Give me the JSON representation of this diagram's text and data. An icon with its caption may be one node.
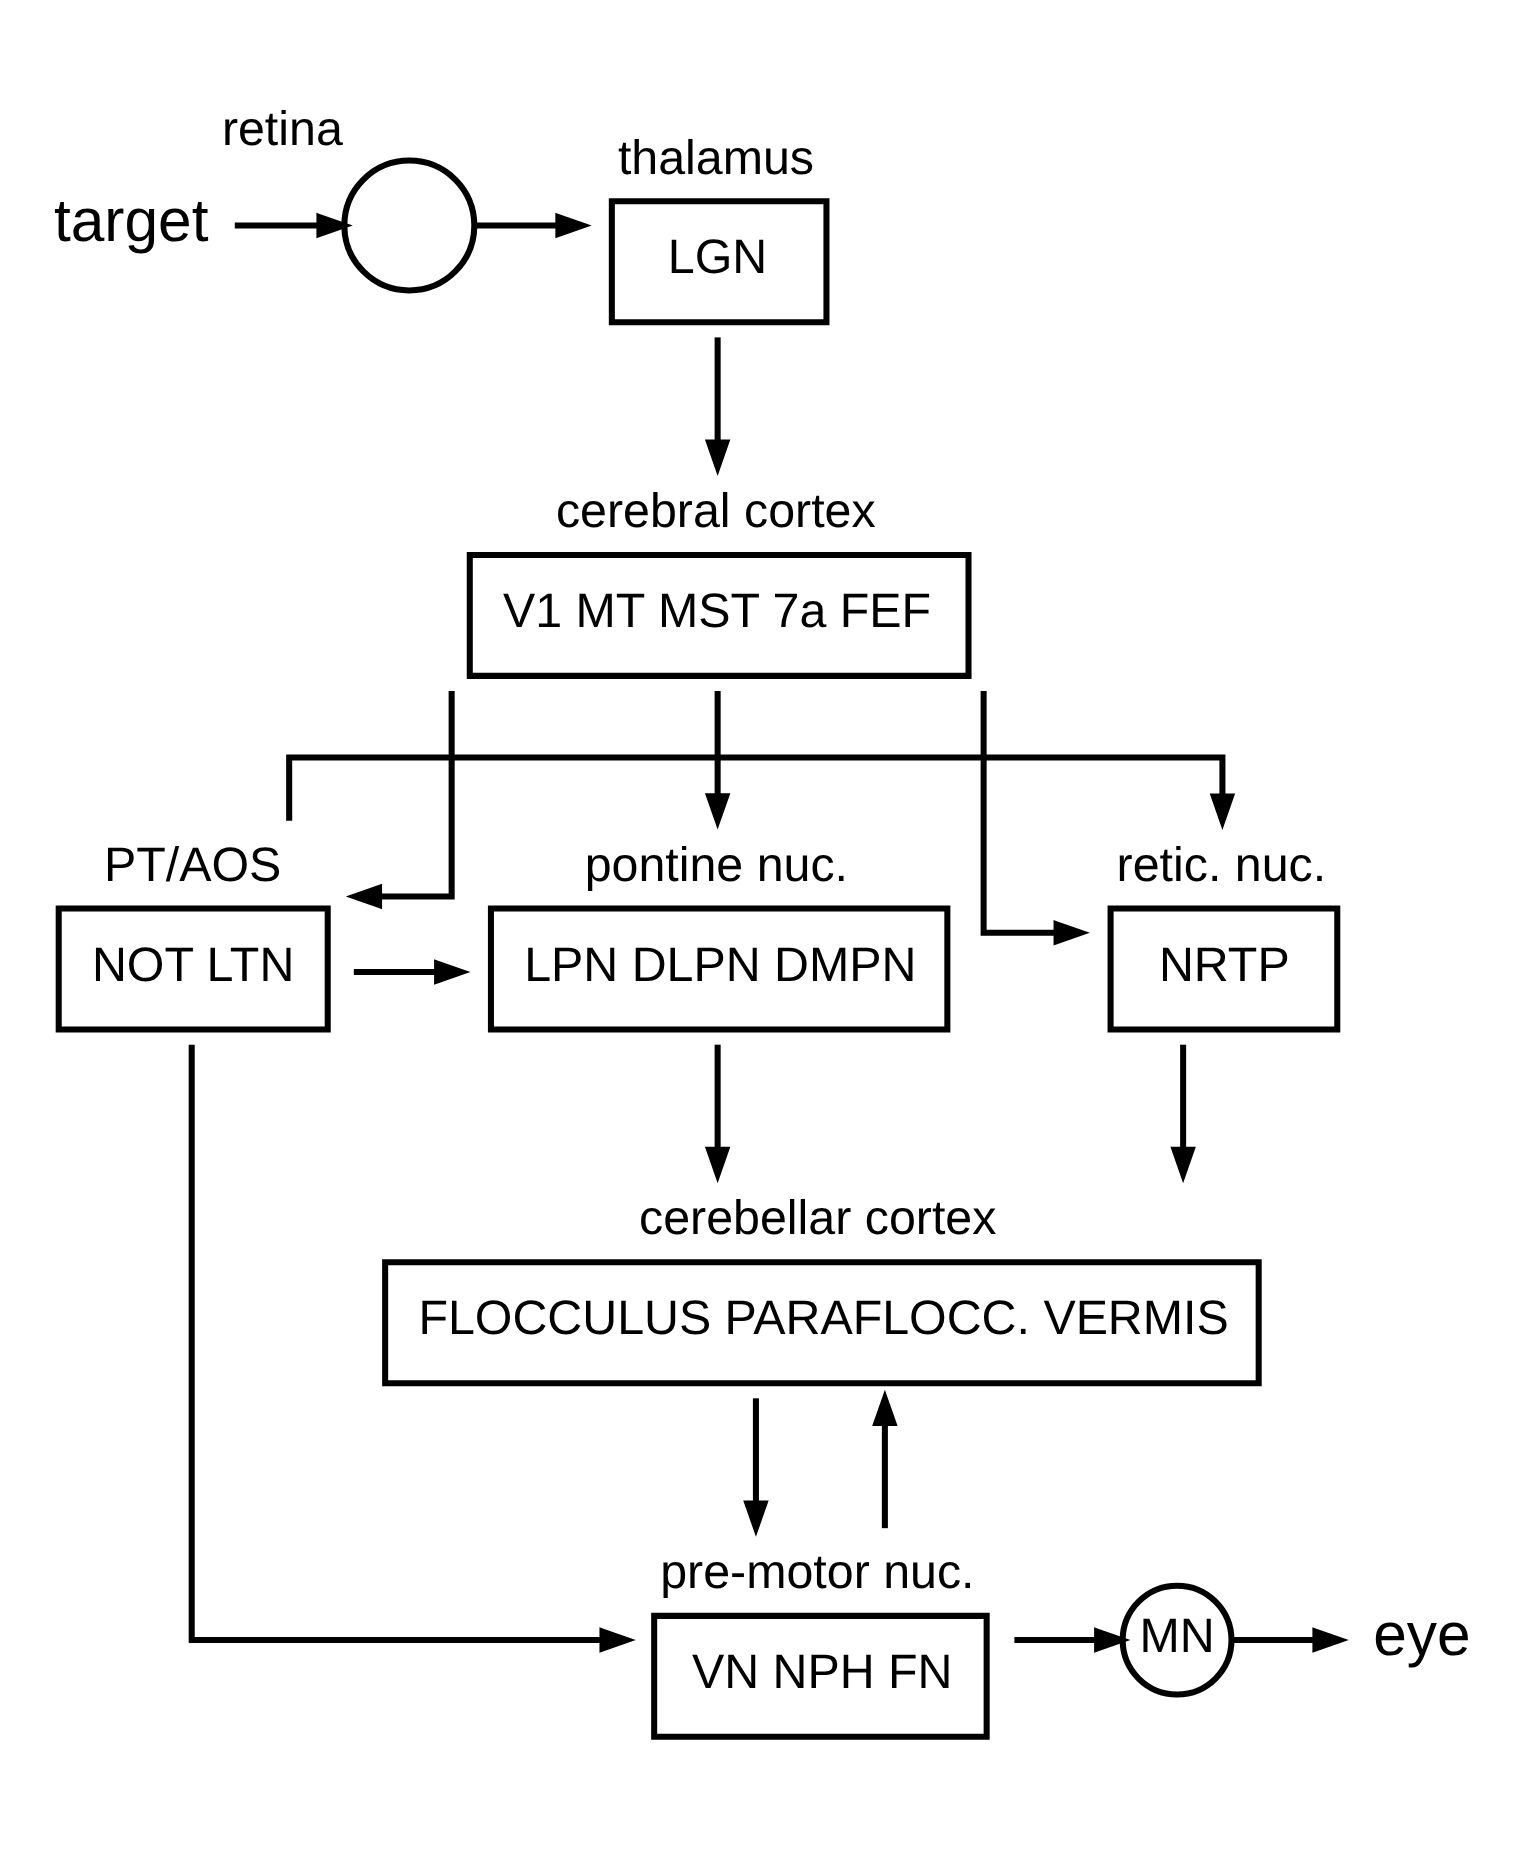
{
  "diagram": {
    "nodes": [
      {
        "text": [
          "target"
        ]
      },
      {
        "text": [
          "retina"
        ]
      },
      {
        "text": [
          "thalamus",
          "LGN"
        ]
      },
      {
        "text": [
          "cerebral cortex",
          "V1 MT MST 7a FEF"
        ]
      },
      {
        "text": [
          "pontine nuc.",
          "LPN DLPN DMPN"
        ]
      },
      {
        "text": [
          "PT/AOS",
          "NOT LTN"
        ]
      },
      {
        "text": [
          "retic. nuc.",
          "NRTP"
        ]
      },
      {
        "text": [
          "cerebellar cortex",
          "FLOCCULUS PARAFLOCC. VERMIS"
        ]
      },
      {
        "text": [
          "pre-motor nuc.",
          "VN NPH FN"
        ]
      },
      {
        "text": [
          "MN"
        ]
      },
      {
        "text": [
          "eye"
        ]
      }
    ],
    "edges": [
      {
        "from": 0,
        "to": 1,
        "arrow": "to"
      },
      {
        "from": 1,
        "to": 2,
        "arrow": "to"
      },
      {
        "from": 2,
        "to": 3,
        "arrow": "to"
      },
      {
        "from": 3,
        "to": 4,
        "arrow": "to"
      },
      {
        "from": 3,
        "to": 5,
        "arrow": "to"
      },
      {
        "from": 3,
        "to": 6,
        "arrow": "to"
      },
      {
        "from": 5,
        "to": 4,
        "arrow": "to"
      },
      {
        "from": 5,
        "to": 6,
        "arrow": "to"
      },
      {
        "from": 4,
        "to": 7,
        "arrow": "to"
      },
      {
        "from": 6,
        "to": 7,
        "arrow": "to"
      },
      {
        "from": 5,
        "to": 8,
        "arrow": "to"
      },
      {
        "from": 7,
        "to": 8,
        "arrow": "to"
      },
      {
        "from": 8,
        "to": 7,
        "arrow": "to"
      },
      {
        "from": 8,
        "to": 9,
        "arrow": "to"
      },
      {
        "from": 9,
        "to": 10,
        "arrow": "to"
      }
    ]
  }
}
